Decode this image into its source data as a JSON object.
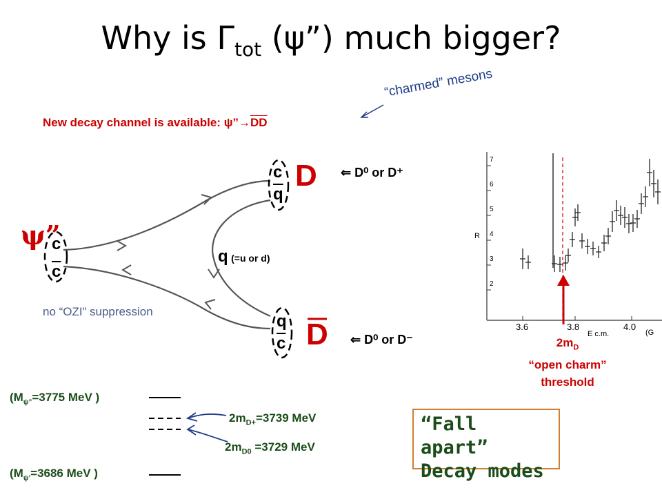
{
  "title": {
    "prefix": "Why is ",
    "gamma": "Γ",
    "sub": "tot",
    "mid": " (",
    "psi": "ψ",
    "suffix": "”) much bigger?"
  },
  "channel": {
    "label": "New decay channel is available:",
    "psi": "ψ”",
    "arrow": "→",
    "products": "DD"
  },
  "charmed_note": "“charmed” mesons",
  "diagram": {
    "psi_label": "ψ”",
    "quark_c": "c",
    "quark_cbar": "c",
    "quark_q": "q",
    "qbar": "q",
    "q_exchange": "q",
    "q_exchange_note": "(=u or d)",
    "D_upper": "D",
    "D_lower": "D",
    "upper_note": "D⁰ or D⁺",
    "lower_note": "D⁰ or D⁻",
    "ozi": "no “OZI” suppression"
  },
  "plot": {
    "y_axis_label": "R",
    "x_ticks": [
      "3.6",
      "3.8",
      "4.0"
    ],
    "y_ticks": [
      "2",
      "3",
      "4",
      "5",
      "6",
      "7"
    ],
    "x_label": "E c.m.",
    "x_label_cut": "(G"
  },
  "threshold": {
    "line1": "2m",
    "sub": "D",
    "line2": "“open charm”",
    "line3": "threshold"
  },
  "levels": {
    "m_psi2": "(M",
    "m_psi2_sub": "ψ”",
    "m_psi2_val": "=3775 MeV )",
    "d_plus": "2m",
    "d_plus_sub": "D+",
    "d_plus_val": "=3739 MeV",
    "d_zero": "2m",
    "d_zero_sub": "D0",
    "d_zero_val": " =3729 MeV",
    "m_psi1": "(M",
    "m_psi1_sub": "ψ’",
    "m_psi1_val": "=3686 MeV )"
  },
  "callout": {
    "line1": "“Fall apart”",
    "line2": "Decay modes"
  },
  "colors": {
    "red": "#cc0000",
    "blue": "#1f3c88",
    "green": "#1a4d1a",
    "box_border": "#d08030"
  }
}
